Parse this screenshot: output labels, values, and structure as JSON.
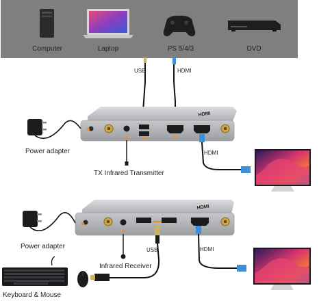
{
  "sources": {
    "computer": "Computer",
    "laptop": "Laptop",
    "ps": "PS 5/4/3",
    "dvd": "DVD"
  },
  "top_cables": {
    "usb": "USB",
    "hdmi": "HDMI"
  },
  "transmitter": {
    "power": "Power adapter",
    "ir": "TX Infrared Transmitter",
    "hdmi_out": "HDMI",
    "logo": "HDMI"
  },
  "receiver": {
    "power": "Power adapter",
    "ir": "Infrared Receiver",
    "usb": "USB",
    "hdmi_out": "HDMI",
    "logo": "HDMI"
  },
  "peripherals": {
    "keyboard_mouse": "Keyboard & Mouse"
  },
  "colors": {
    "banner": "#807f7d",
    "device": "#b9bbbf",
    "accent": "#f08a32",
    "hdmi_blue": "#3e8fd6"
  }
}
